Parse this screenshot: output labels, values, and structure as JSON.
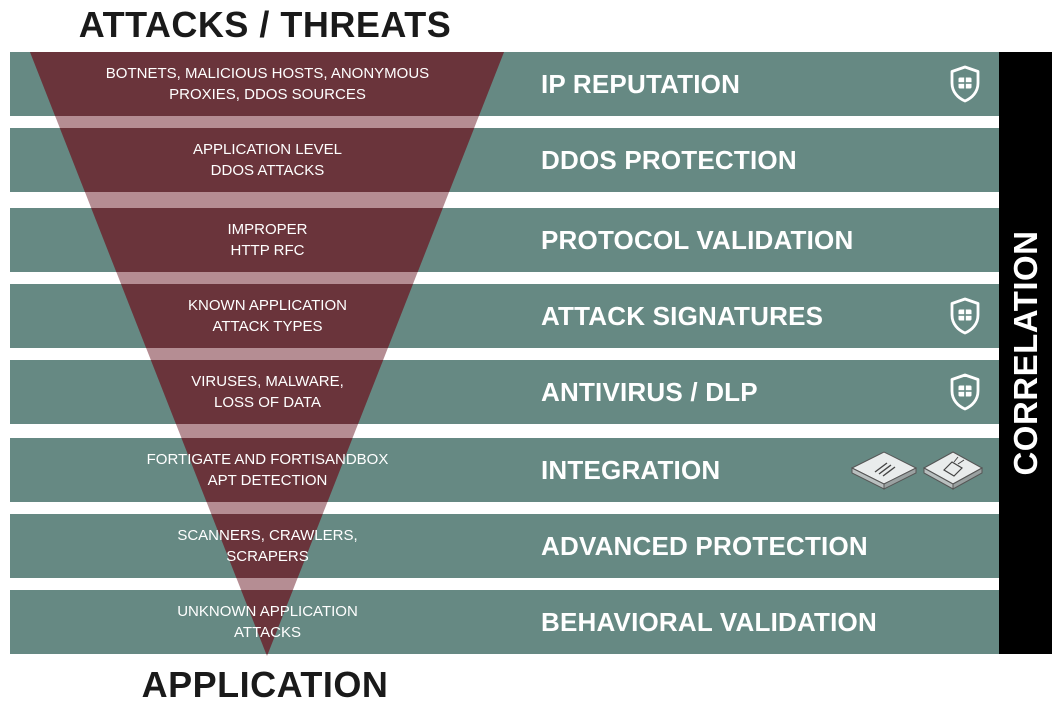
{
  "title_top": "ATTACKS / THREATS",
  "title_bottom": "APPLICATION",
  "side_label": "CORRELATION",
  "colors": {
    "band": "#668983",
    "funnel": "#6b1c27",
    "side_bar": "#000000",
    "text_light": "#ffffff"
  },
  "layers": [
    {
      "threat": "BOTNETS, MALICIOUS HOSTS, ANONYMOUS\nPROXIES, DDOS SOURCES",
      "label": "IP REPUTATION",
      "icon": "shield-icon"
    },
    {
      "threat": "APPLICATION LEVEL\nDDOS ATTACKS",
      "label": "DDOS PROTECTION",
      "icon": ""
    },
    {
      "threat": "IMPROPER\nHTTP RFC",
      "label": "PROTOCOL VALIDATION",
      "icon": ""
    },
    {
      "threat": "KNOWN APPLICATION\nATTACK TYPES",
      "label": "ATTACK SIGNATURES",
      "icon": "shield-icon"
    },
    {
      "threat": "VIRUSES, MALWARE,\nLOSS OF DATA",
      "label": "ANTIVIRUS / DLP",
      "icon": "shield-icon"
    },
    {
      "threat": "FORTIGATE AND FORTISANDBOX\nAPT DETECTION",
      "label": "INTEGRATION",
      "icon": "appliances-icon"
    },
    {
      "threat": "SCANNERS, CRAWLERS,\nSCRAPERS",
      "label": "ADVANCED PROTECTION",
      "icon": ""
    },
    {
      "threat": "UNKNOWN APPLICATION\nATTACKS",
      "label": "BEHAVIORAL VALIDATION",
      "icon": ""
    }
  ]
}
